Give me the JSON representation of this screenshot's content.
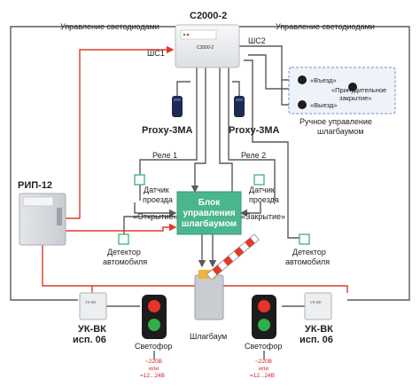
{
  "labels": {
    "leds_left": "Управление светодиодами",
    "leds_right": "Управление светодиодами",
    "s2000": "С2000-2",
    "s2000_panel": "С2000-2",
    "shs1": "ШС1",
    "shs2": "ШС2",
    "proxy_left": "Proxy-3MA",
    "proxy_right": "Proxy-3MA",
    "manual_entry": "«Въезд»",
    "manual_forced_1": "«Принудительное",
    "manual_forced_2": "закрытие»",
    "manual_exit": "«Выезд»",
    "manual_caption_1": "Ручное управление",
    "manual_caption_2": "шлагбаумом",
    "relay1": "Реле 1",
    "relay2": "Реле 2",
    "sensor_left_1": "Датчик",
    "sensor_left_2": "проезда",
    "sensor_left_3": "«Открытие»",
    "sensor_right_1": "Датчик",
    "sensor_right_2": "проезда",
    "sensor_right_3": "«Закрытие»",
    "block_1": "Блок",
    "block_2": "управления",
    "block_3": "шлагбаумом",
    "rip": "РИП-12",
    "detector_left_1": "Детектор",
    "detector_left_2": "автомобиля",
    "detector_right_1": "Детектор",
    "detector_right_2": "автомобиля",
    "ukvk_left_1": "УК-ВК",
    "ukvk_left_2": "исп. 06",
    "ukvk_right_1": "УК-ВК",
    "ukvk_right_2": "исп. 06",
    "ukvk_left_panel": "УК-ВК",
    "ukvk_right_panel": "УК-ВК",
    "light_left": "Светофор",
    "light_right": "Светофор",
    "barrier": "Шлагбаум",
    "power_left_1": "~220В",
    "power_left_2": "или",
    "power_left_3": "=12...24В",
    "power_right_1": "~220В",
    "power_right_2": "или",
    "power_right_3": "=12...24В"
  },
  "colors": {
    "wire_gray": "#5a5a5a",
    "wire_red": "#e03a2a",
    "wire_blue": "#2f6fb5",
    "block_green": "#4bb58e",
    "device_panel": "#eceef0",
    "manual_box_fill": "#eef3fa",
    "light_red_on": "#e8322a",
    "light_green_on": "#2fae4a"
  },
  "icons": {
    "s2000": "controller-panel",
    "proxy": "proximity-reader",
    "manual_button": "remote-button",
    "sensor": "passage-sensor",
    "detector": "vehicle-detector",
    "traffic_light": "traffic-light",
    "barrier": "boom-barrier",
    "rip": "power-supply-cabinet",
    "ukvk": "relay-module"
  }
}
